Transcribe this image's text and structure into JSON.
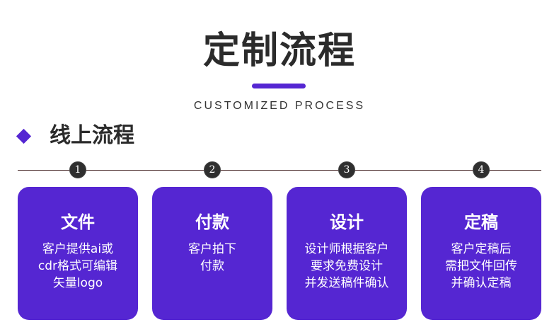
{
  "page": {
    "title": "定制流程",
    "subtitle": "CUSTOMIZED PROCESS",
    "section_label": "线上流程"
  },
  "colors": {
    "accent": "#5526d2",
    "card_bg": "#5526d2",
    "timeline_line": "#4a2b2b",
    "step_circle": "#2f2f2f"
  },
  "steps": [
    {
      "num": "1",
      "title": "文件",
      "lines": [
        "客户提供ai或",
        "cdr格式可编辑",
        "矢量logo"
      ]
    },
    {
      "num": "2",
      "title": "付款",
      "lines": [
        "客户拍下",
        "付款"
      ]
    },
    {
      "num": "3",
      "title": "设计",
      "lines": [
        "设计师根据客户",
        "要求免费设计",
        "并发送稿件确认"
      ]
    },
    {
      "num": "4",
      "title": "定稿",
      "lines": [
        "客户定稿后",
        "需把文件回传",
        "并确认定稿"
      ]
    }
  ]
}
